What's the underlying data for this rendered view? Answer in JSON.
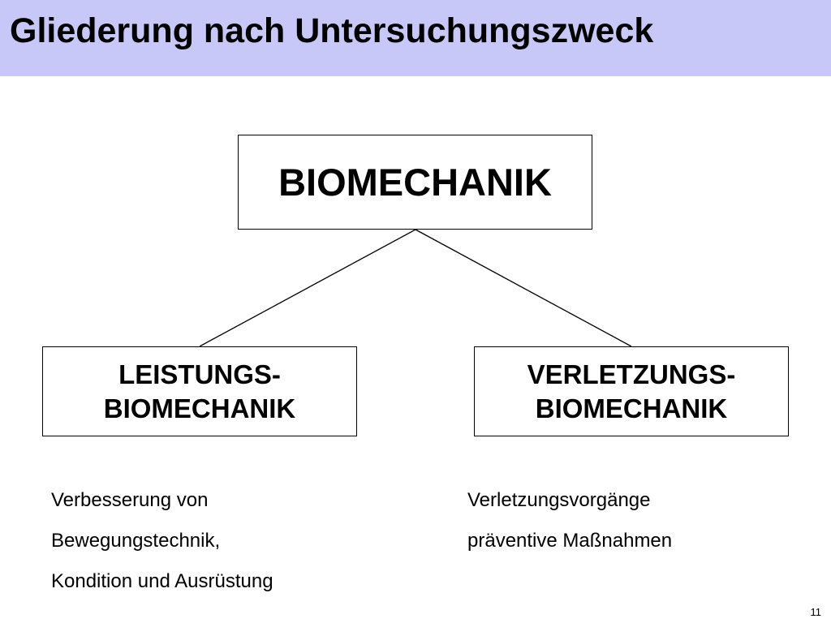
{
  "slide": {
    "title": "Gliederung nach Untersuchungszweck",
    "page_number": "11"
  },
  "diagram": {
    "root": {
      "label": "BIOMECHANIK"
    },
    "children": [
      {
        "line1": "LEISTUNGS-",
        "line2": "BIOMECHANIK",
        "description": [
          "Verbesserung von",
          "Bewegungstechnik,",
          "Kondition und Ausrüstung"
        ]
      },
      {
        "line1": "VERLETZUNGS-",
        "line2": "BIOMECHANIK",
        "description": [
          "Verletzungsvorgänge",
          "präventive Maßnahmen"
        ]
      }
    ]
  }
}
